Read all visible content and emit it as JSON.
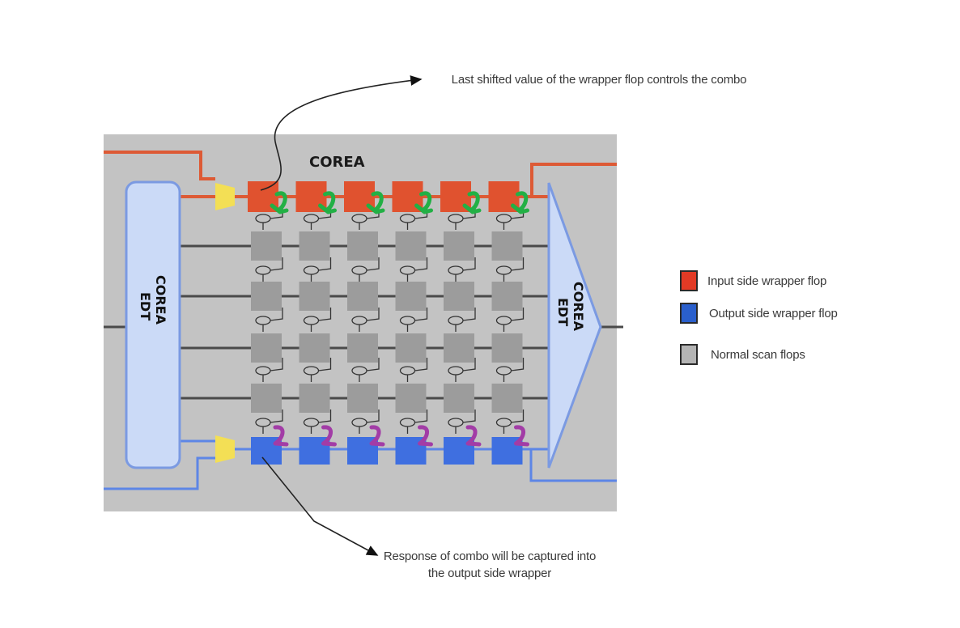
{
  "diagram": {
    "core_title": "COREA",
    "left_edt": {
      "line1": "COREA",
      "line2": "EDT"
    },
    "right_edt": {
      "line1": "COREA",
      "line2": "EDT"
    },
    "grid": {
      "columns": 6,
      "scan_rows": 4
    },
    "input_wrapper_flops": 6,
    "output_wrapper_flops": 6
  },
  "annotations": {
    "top": "Last shifted value of the wrapper flop controls the combo",
    "bottom": "Response of combo will be captured into the output side wrapper"
  },
  "legend": [
    {
      "label": "Input side wrapper flop",
      "color": "#e0472a"
    },
    {
      "label": "Output side wrapper flop",
      "color": "#2f62d6"
    },
    {
      "label": "Normal scan flops",
      "color": "#b4b4b4"
    }
  ],
  "colors": {
    "panel": "#c3c3c3",
    "input_flop": "#e0522f",
    "output_flop": "#3f6fe0",
    "scan_flop": "#9c9c9c",
    "edt_fill": "#cbdaf7",
    "edt_border": "#7b9ae2",
    "mux": "#f3df55",
    "red_wire": "#dd5a35",
    "blue_wire": "#5d86e6",
    "green_arrow": "#22b045",
    "purple_arrow": "#a23ca6"
  }
}
